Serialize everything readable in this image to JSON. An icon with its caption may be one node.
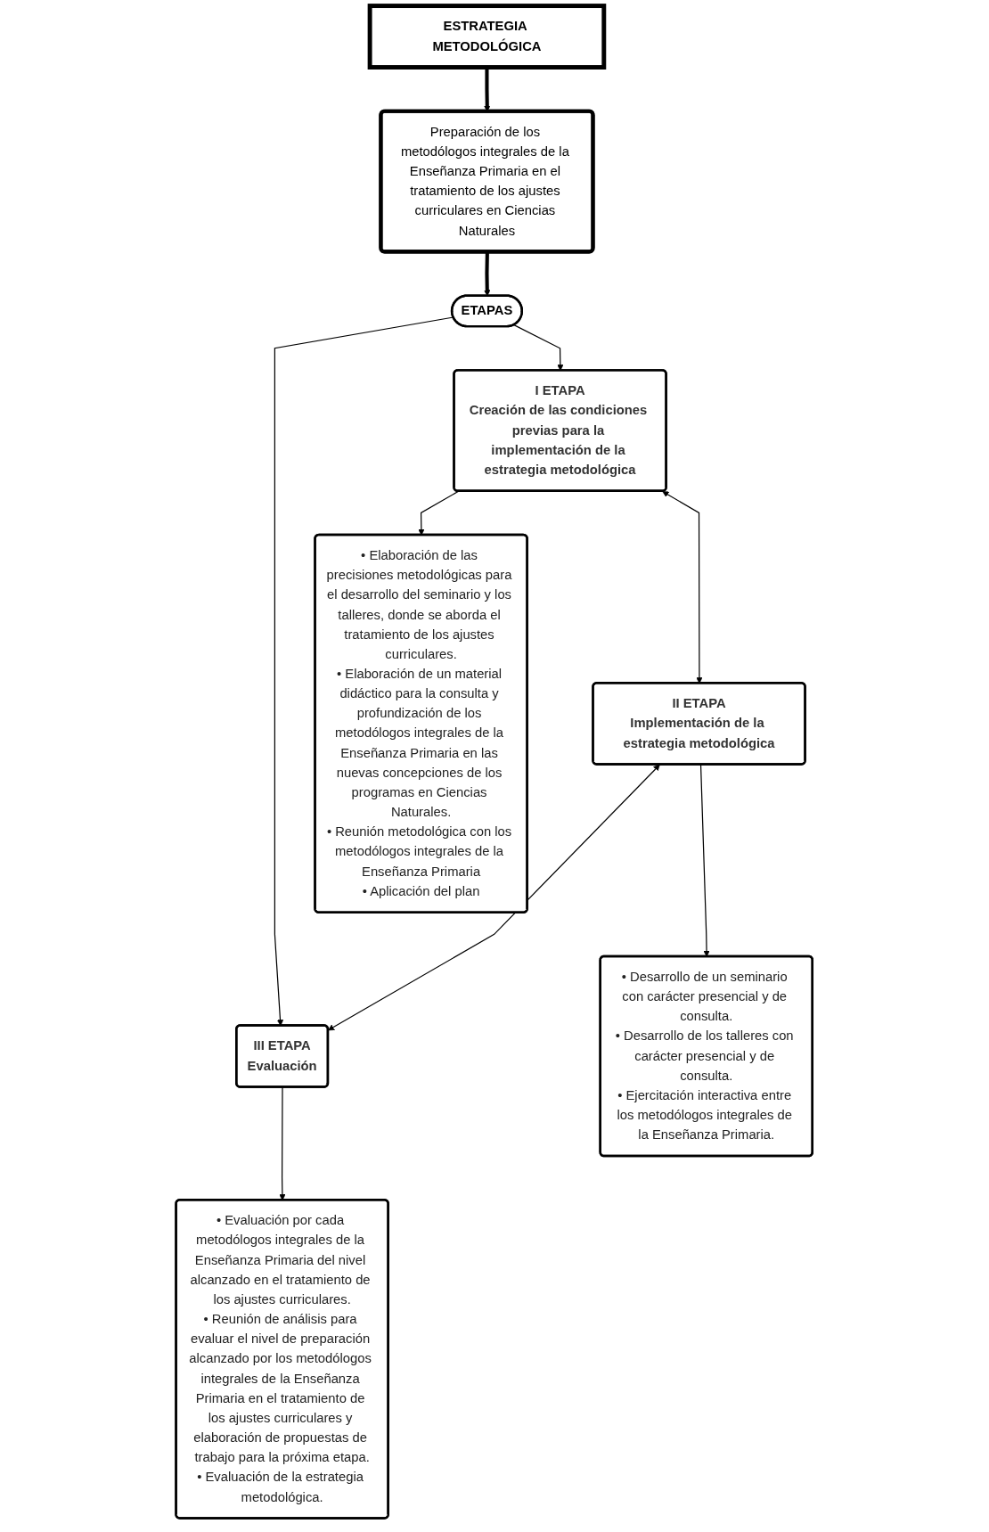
{
  "diagram": {
    "nodes": [
      {
        "text": [
          "ESTRATEGIA METODOLÓGICA"
        ]
      },
      {
        "text": [
          "Preparación de los metodólogos integrales de la Enseñanza Primaria en el tratamiento de los ajustes curriculares en Ciencias Naturales"
        ]
      },
      {
        "text": [
          "ETAPAS"
        ]
      },
      {
        "text": [
          "I ETAPA",
          "Creación de las condiciones previas para la implementación de la estrategia metodológica"
        ]
      },
      {
        "text": [
          "II ETAPA",
          "Implementación de la estrategia metodológica"
        ]
      },
      {
        "text": [
          "III ETAPA",
          "Evaluación"
        ]
      },
      {
        "text": [
          "• Elaboración de las precisiones metodológicas para el desarrollo del seminario y los talleres, donde se aborda el tratamiento de los ajustes curriculares.",
          "• Elaboración de un material didáctico para la consulta y profundización de los metodólogos integrales de la Enseñanza Primaria en las nuevas concepciones de los programas en Ciencias Naturales.",
          "• Reunión metodológica con los metodólogos integrales de la Enseñanza Primaria",
          "• Aplicación del plan"
        ]
      },
      {
        "text": [
          "• Desarrollo de un seminario con carácter presencial y de consulta.",
          "• Desarrollo de los talleres con carácter presencial y de consulta.",
          "• Ejercitación interactiva entre los metodólogos integrales de la Enseñanza Primaria."
        ]
      },
      {
        "text": [
          "• Evaluación por cada metodólogos integrales de la Enseñanza Primaria del nivel alcanzado en el tratamiento de los ajustes curriculares.",
          "• Reunión de análisis para evaluar el nivel de preparación alcanzado por los metodólogos integrales de la Enseñanza Primaria en el tratamiento de los ajustes curriculares y elaboración de propuestas de trabajo para la próxima etapa.",
          "• Evaluación de la estrategia metodológica."
        ]
      }
    ],
    "edges": [
      {
        "from": 0,
        "to": 1,
        "arrow": "to",
        "style": "thick"
      },
      {
        "from": 1,
        "to": 2,
        "arrow": "to",
        "style": "thick"
      },
      {
        "from": 2,
        "to": 3,
        "arrow": "to"
      },
      {
        "from": 2,
        "to": 5,
        "arrow": "to"
      },
      {
        "from": 3,
        "to": 4,
        "arrow": "both"
      },
      {
        "from": 4,
        "to": 5,
        "arrow": "both"
      },
      {
        "from": 3,
        "to": 6,
        "arrow": "to"
      },
      {
        "from": 4,
        "to": 7,
        "arrow": "to"
      },
      {
        "from": 5,
        "to": 8,
        "arrow": "to"
      }
    ]
  }
}
